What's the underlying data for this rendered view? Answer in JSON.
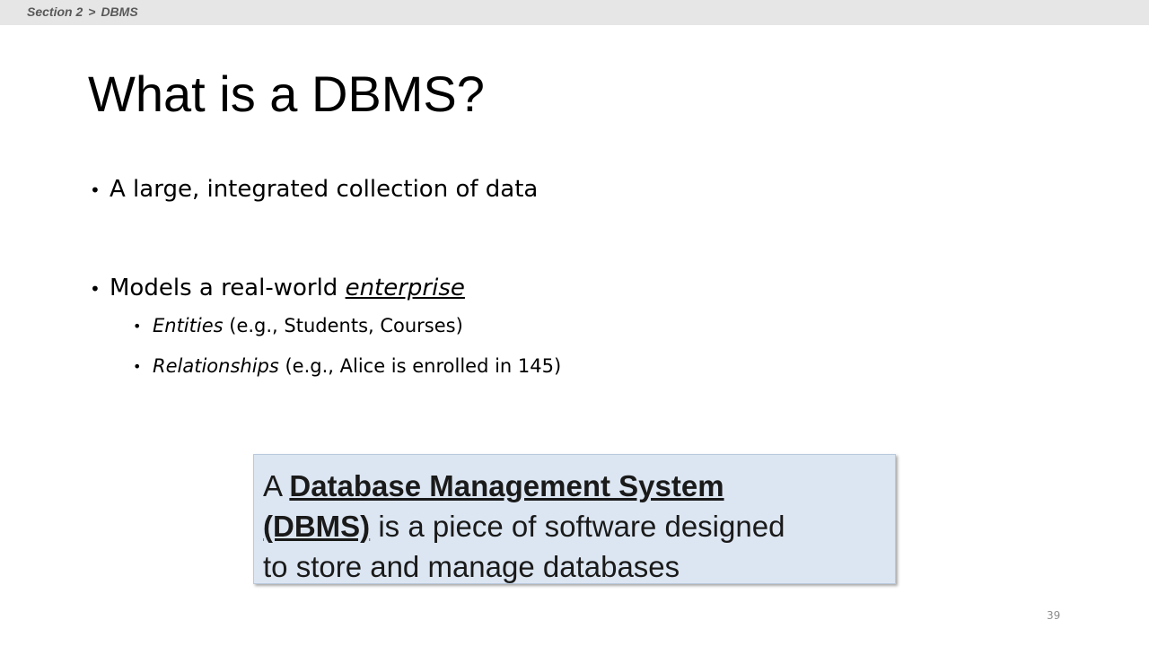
{
  "breadcrumb": {
    "section": "Section 2",
    "separator": ">",
    "topic": "DBMS"
  },
  "slide": {
    "title": "What is a DBMS?",
    "bullets": [
      {
        "level": 1,
        "text": "A large, integrated collection of data"
      },
      {
        "level": 1,
        "prefix": "Models a real-world ",
        "emphasis": "enterprise"
      },
      {
        "level": 2,
        "emphasis": "Entities",
        "text": " (e.g., Students, Courses)"
      },
      {
        "level": 2,
        "emphasis": "Relationships",
        "text": " (e.g., Alice is enrolled in 145)"
      }
    ],
    "callout": {
      "lead": "A ",
      "term_line1": "Database Management System",
      "term_line2": "(DBMS)",
      "rest_line2": " is a piece of software designed",
      "line3": "to store and manage databases"
    },
    "page_number": "39"
  },
  "colors": {
    "topbar_bg": "#e6e6e6",
    "breadcrumb_text": "#595959",
    "callout_bg": "#dce6f2",
    "callout_border": "#b9c9dd",
    "page_number": "#8c8c8c"
  }
}
